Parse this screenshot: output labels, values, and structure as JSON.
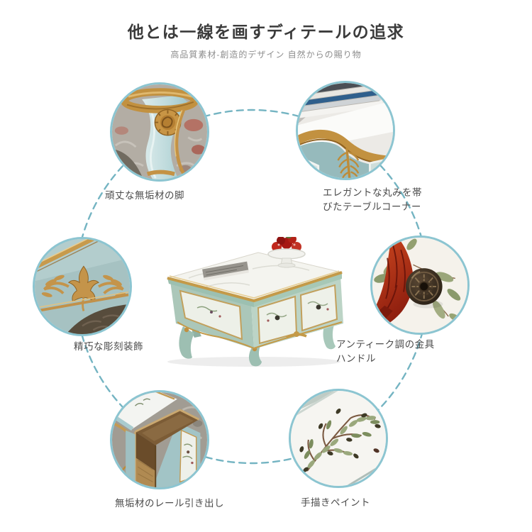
{
  "header": {
    "title": "他とは一線を画すディテールの追求",
    "subtitle": "高品質素材-創造的デザイン 自然からの賜り物"
  },
  "features": [
    {
      "id": "solid-wood-leg",
      "label": "頑丈な無垢材の脚",
      "icon": "table-leg-photo"
    },
    {
      "id": "rounded-corner",
      "label": "エレガントな丸みを帯\nびたテーブルコーナー",
      "icon": "table-corner-photo"
    },
    {
      "id": "carved-ornament",
      "label": "精巧な彫刻装飾",
      "icon": "carved-ornament-photo"
    },
    {
      "id": "antique-handle",
      "label": "アンティーク調の金具\nハンドル",
      "icon": "metal-handle-photo"
    },
    {
      "id": "rail-drawer",
      "label": "無垢材のレール引き出し",
      "icon": "open-drawer-photo"
    },
    {
      "id": "hand-painted",
      "label": "手描きペイント",
      "icon": "hand-paint-photo"
    }
  ],
  "colors": {
    "connector_dash": "#74b4c2",
    "circle_ring": "#8cc5d1",
    "gold_trim": "#c29140",
    "table_body": "#b2cfc0",
    "title_text": "#3b3b3b",
    "subtitle_text": "#8d8d8d",
    "label_text": "#4c4c4c"
  }
}
